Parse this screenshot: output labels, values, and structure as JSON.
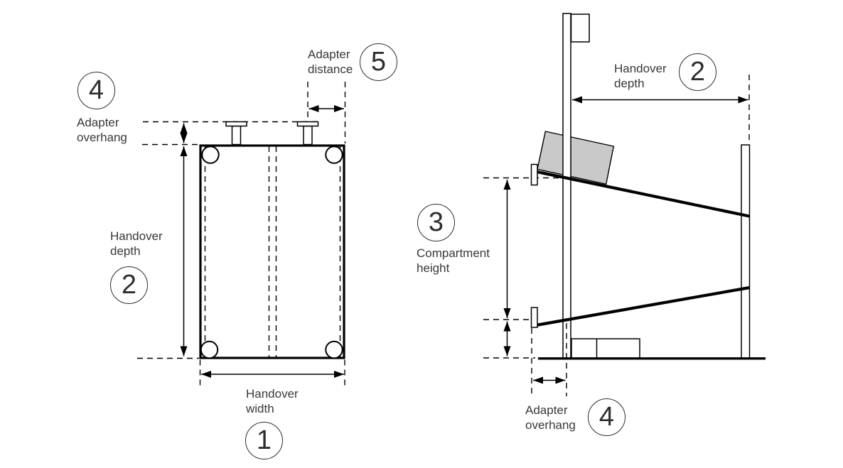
{
  "figure": {
    "colors": {
      "package_fill": "#c9c9c9",
      "line": "#000000",
      "text": "#383838"
    },
    "top_view": {
      "handover_width": {
        "lines": [
          "Handover",
          "width"
        ],
        "number": "1"
      },
      "handover_depth": {
        "lines": [
          "Handover",
          "depth"
        ],
        "number": "2"
      },
      "adapter_overhang": {
        "lines": [
          "Adapter",
          "overhang"
        ],
        "number": "4"
      },
      "adapter_distance": {
        "lines": [
          "Adapter",
          "distance"
        ],
        "number": "5"
      }
    },
    "side_view": {
      "handover_depth": {
        "lines": [
          "Handover",
          "depth"
        ],
        "number": "2"
      },
      "compartment_height": {
        "lines": [
          "Compartment",
          "height"
        ],
        "number": "3"
      },
      "adapter_overhang": {
        "lines": [
          "Adapter",
          "overhang"
        ],
        "number": "4"
      }
    }
  }
}
